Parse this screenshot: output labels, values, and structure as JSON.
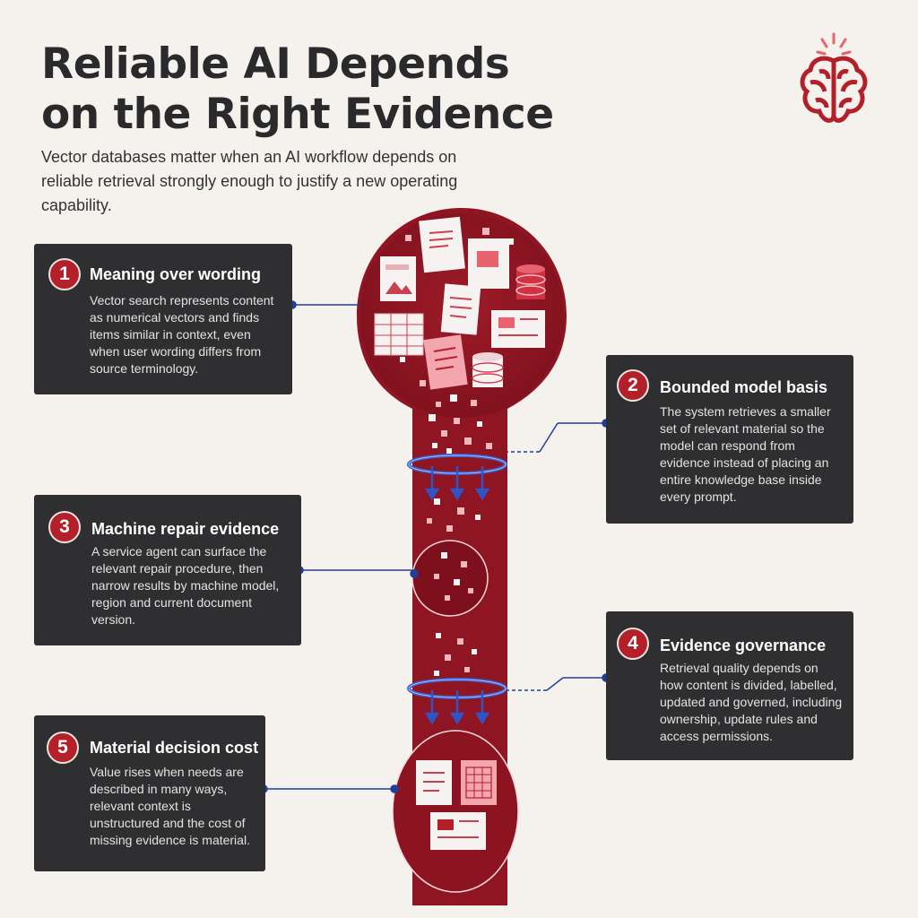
{
  "header": {
    "title_line1": "Reliable AI Depends",
    "title_line2": "on the Right Evidence",
    "subtitle": "Vector databases matter when an AI workflow depends on reliable retrieval strongly enough to justify a new operating capability."
  },
  "cards": [
    {
      "number": "1",
      "title": "Meaning over wording",
      "body": "Vector search represents content as numerical vectors and finds items similar in context, even when user wording differs from source terminology."
    },
    {
      "number": "2",
      "title": "Bounded model basis",
      "body": "The system retrieves a smaller set of relevant material so the model can respond from evidence instead of placing an entire knowledge base inside every prompt."
    },
    {
      "number": "3",
      "title": "Machine repair evidence",
      "body": "A service agent can surface the relevant repair procedure, then narrow results by machine model, region and current document version."
    },
    {
      "number": "4",
      "title": "Evidence governance",
      "body": "Retrieval quality depends on how content is divided, labelled, updated and governed, including ownership, update rules and access permissions."
    },
    {
      "number": "5",
      "title": "Material decision cost",
      "body": "Value rises when needs are described in many ways, relevant context is unstructured and the cost of missing evidence is material."
    }
  ],
  "colors": {
    "accent": "#b3202a",
    "funnel": "#8f1522",
    "card": "#2f2f31",
    "connector": "#1f3f9a",
    "background": "#f5f2ee"
  },
  "icons": [
    "brain-icon",
    "document-icon",
    "database-icon",
    "spreadsheet-icon",
    "image-card-icon",
    "down-arrow-icon"
  ]
}
